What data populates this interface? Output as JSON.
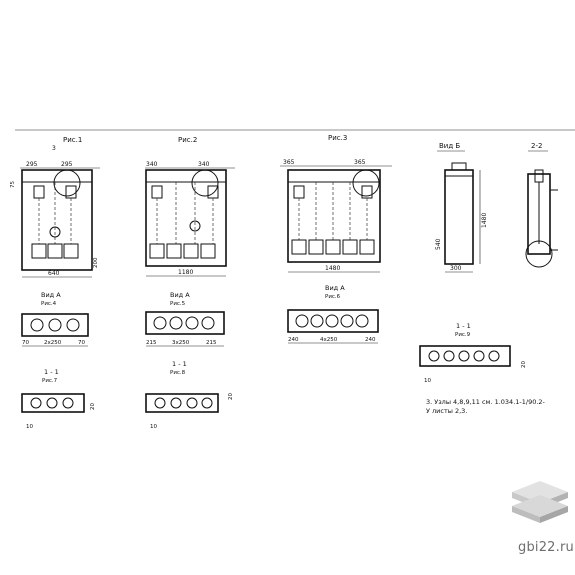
{
  "figures": {
    "fig1": {
      "title": "Рис.1"
    },
    "fig2": {
      "title": "Рис.2"
    },
    "fig3": {
      "title": "Рис.3"
    }
  },
  "views": {
    "vid_b": "Вид Б",
    "section_22": "2-2",
    "vid_a1": "Вид А",
    "vid_a1_ref": "Рис.4",
    "vid_a2": "Вид А",
    "vid_a2_ref": "Рис.5",
    "vid_a3": "Вид А",
    "vid_a3_ref": "Рис.6",
    "sec1_title": "1 - 1",
    "sec1_ref": "Рис.7",
    "sec2_title": "1 - 1",
    "sec2_ref": "Рис.8",
    "sec3_title": "1 - 1",
    "sec3_ref": "Рис.9"
  },
  "dimensions": {
    "fig1_width": "640",
    "fig1_top_left": "295",
    "fig1_top_mid": "3",
    "fig1_top_right": "295",
    "fig2_width": "1180",
    "fig2_top_left": "340",
    "fig2_top_right": "340",
    "fig3_width": "1480",
    "fig3_top_left": "365",
    "fig3_top_right": "365",
    "vid_b_width": "300",
    "vid_b_h1": "540",
    "vid_b_h2": "1480",
    "a1_left": "70",
    "a1_mid": "2x250",
    "a1_right": "70",
    "a2_left": "215",
    "a2_mid": "3x250",
    "a2_right": "215",
    "a3_left": "240",
    "a3_mid": "4x250",
    "a3_right": "240",
    "sec_side": "10",
    "sec_h": "20",
    "side_h": "75",
    "bottom_h": "200"
  },
  "note": "3. Узлы 4,8,9,11 см. 1.034.1-1/90.2-У листы 2,3.",
  "brand": {
    "text": "gbi22.ru",
    "logo": "stacked-slabs-logo"
  }
}
